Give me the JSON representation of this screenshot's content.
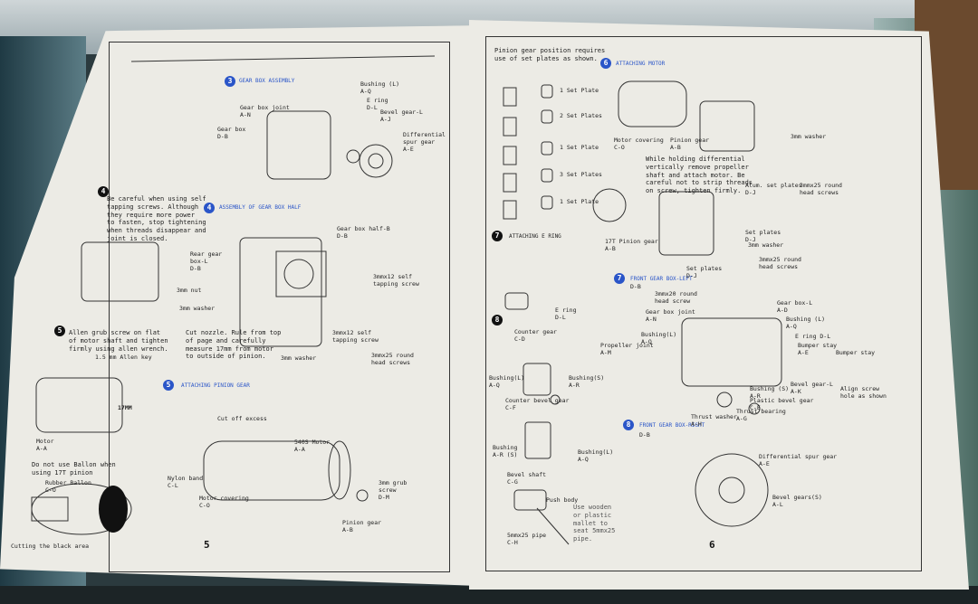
{
  "page_left": {
    "page_number": "5",
    "step3": {
      "number": "3",
      "heading": "GEAR BOX ASSEMBLY"
    },
    "step4": {
      "number": "4",
      "heading": "ASSEMBLY OF GEAR BOX HALF"
    },
    "step5": {
      "number": "5",
      "heading": "ATTACHING PINION GEAR"
    },
    "note_4": "Be careful when using self\ntapping screws. Although\nthey require more power\nto fasten, stop tightening\nwhen threads disappear and\njoint is closed.",
    "note_5": "Allen grub screw on flat\nof motor shaft and tighten\nfirmly using allen wrench.",
    "allen_key": "1.5 mm Allen key",
    "cut_note": "Cut nozzle. Rule from top\nof page and carefully\nmeasure 17mm from motor\nto outside of pinion.",
    "mm17": "17MM",
    "balloon_note": "Do not use Ballon when\nusing 17T pinion",
    "rubber_ballon": "Rubber Ballon\nC-O",
    "cutting": "Cutting the black area",
    "cut_off": "Cut off excess",
    "motor_left": "Motor\nA-A",
    "nylon_band": "Nylon band\nC-L",
    "motor_covering": "Motor covering\nC-O",
    "motor_540": "540S Motor\nA-A",
    "grub_screw": "3mm grub\nscrew\nD-M",
    "pinion_gear": "Pinion gear\nA-B",
    "gear_box_joint": "Gear box joint\nA-N",
    "gear_box_b": "Gear box\nD-B",
    "bushing_l": "Bushing (L)\nA-Q",
    "e_ring": "E ring\nD-L",
    "bevel_gear_l": "Bevel gear-L\nA-J",
    "diff_gear": "Differential\nspur gear\nA-E",
    "gear_box_half": "Gear box half-B\nD-B",
    "rear_gear_box": "Rear gear\nbox-L\nD-B",
    "nut_3mm": "3mm nut",
    "washer_3mm": "3mm washer",
    "self_tap_a": "3mmx12 self\ntapping screw",
    "self_tap_b": "3mmx12 self\ntapping screw",
    "round_head": "3mmx25 round\nhead screws",
    "washer_b": "3mm washer"
  },
  "page_right": {
    "page_number": "6",
    "pinion_note": "Pinion gear position requires\nuse of set plates as shown.",
    "step6": {
      "number": "6",
      "heading": "ATTACHING MOTOR"
    },
    "step7a": {
      "number": "7",
      "heading": "ATTACHING E RING"
    },
    "step8a": {
      "number": "8",
      "heading": ""
    },
    "step7b": {
      "number": "7",
      "heading": "FRONT GEAR BOX-LEFT",
      "sub": "D-B"
    },
    "step8b": {
      "number": "8",
      "heading": "FRONT GEAR BOX-RIGHT",
      "sub": "D-B"
    },
    "set_plates": [
      "1 Set Plate",
      "2 Set Plates",
      "1 Set Plate",
      "3 Set Plates",
      "1 Set Plate"
    ],
    "motor_covering": "Motor covering\nC-O",
    "pinion_gear": "Pinion gear\nA-B",
    "holding_note": "While holding differential\nvertically remove propeller\nshaft and attach motor. Be\ncareful not to strip threads\non screw, tighten firmly.",
    "alum_set_plates": "Alum. set plates\nD-J",
    "washer": "3mm washer",
    "round_head": "3mmx25 round\nhead screws",
    "pinion_17t": "17T Pinion gear\nA-B",
    "set_plates_dj": "Set plates\nD-J",
    "washer_b": "3mm washer",
    "round_head_b": "3mmx25 round\nhead screws",
    "set_plates_b": "Set plates\nD-J",
    "e_ring": "E ring\nD-L",
    "counter_gear": "Counter gear\nC-D",
    "bushing_l": "Bushing(L)\nA-Q",
    "bushing_s": "Bushing(S)\nA-R",
    "counter_bevel": "Counter bevel gear\nC-F",
    "bushing_s2": "Bushing\nA-R (S)",
    "bushing_l2": "Bushing(L)\nA-Q",
    "bevel_shaft": "Bevel shaft\nC-G",
    "push_body": "Push body",
    "mallet_note": "Use wooden\nor plastic\nmallet to\nseat 5mmx25\npipe.",
    "pipe": "5mmx25 pipe\nC-H",
    "round_head_c": "3mmx20 round\nhead screw",
    "gear_box_joint": "Gear box joint\nA-N",
    "gear_box_l": "Gear box-L\nA-D",
    "bushing_l3": "Bushing (L)\nA-Q",
    "bushing_l4": "Bushing(L)\nA-Q",
    "e_ring2": "E ring D-L",
    "bumper_stay": "Bumper stay\nA-E",
    "bumper_stay2": "Bumper stay",
    "propeller_joint": "Propeller joint\nA-M",
    "bushing_s3": "Bushing (S)\nA-R",
    "bevel_gear_l": "Bevel gear-L\nA-K",
    "plastic_bevel": "Plastic bevel gear\nC-E",
    "thrust_washer": "Thrust washer\nA-H",
    "thrust_bearing": "Thrust bearing\nA-G",
    "align_screw": "Align screw\nhole as shown",
    "diff_spur": "Differential spur gear\nA-E",
    "bevel_gears": "Bevel gears(S)\nA-L"
  }
}
